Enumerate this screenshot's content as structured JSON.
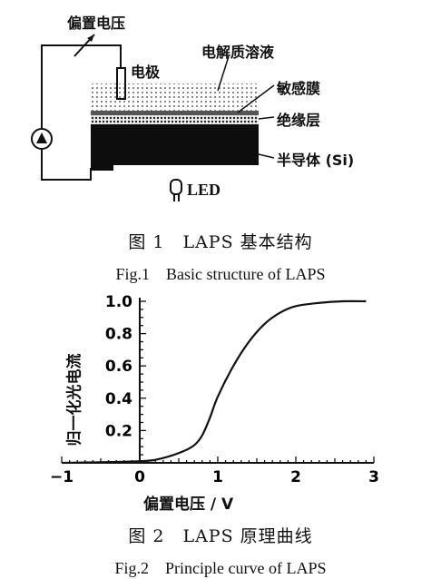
{
  "figure1": {
    "labels": {
      "bias_voltage": "偏置电压",
      "electrode": "电极",
      "electrolyte": "电解质溶液",
      "sensitive_membrane": "敏感膜",
      "insulating_layer": "绝缘层",
      "semiconductor": "半导体 (Si)",
      "led": "LED"
    },
    "caption_cn": "图 1　LAPS 基本结构",
    "caption_en": "Fig.1　Basic structure of LAPS"
  },
  "figure2": {
    "caption_cn": "图 2　LAPS 原理曲线",
    "caption_en": "Fig.2　Principle curve of LAPS"
  },
  "chart_data": {
    "type": "line",
    "title": "",
    "xlabel": "偏置电压 / V",
    "ylabel": "归一化光电流",
    "xlim": [
      -1,
      3
    ],
    "ylim": [
      0,
      1.0
    ],
    "x_ticks": [
      "−1",
      "0",
      "1",
      "2",
      "3"
    ],
    "y_ticks": [
      "0.2",
      "0.4",
      "0.6",
      "0.8",
      "1.0"
    ],
    "grid": false,
    "series": [
      {
        "x": [
          -1.0,
          0.0,
          0.3,
          0.55,
          0.7,
          0.8,
          0.9,
          1.0,
          1.2,
          1.4,
          1.6,
          1.8,
          2.0,
          2.3,
          2.6,
          2.9
        ],
        "values": [
          0.0,
          0.01,
          0.03,
          0.07,
          0.11,
          0.17,
          0.28,
          0.41,
          0.6,
          0.75,
          0.86,
          0.93,
          0.97,
          0.99,
          1.0,
          1.0
        ]
      }
    ]
  }
}
